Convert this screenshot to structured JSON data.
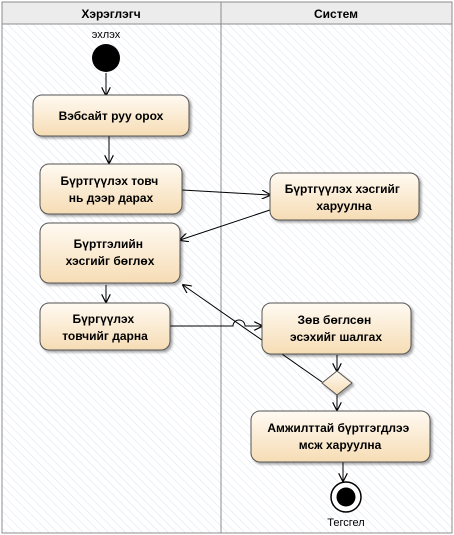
{
  "lanes": [
    {
      "id": "user",
      "title": "Хэрэглэгч"
    },
    {
      "id": "system",
      "title": "Систем"
    }
  ],
  "start_label": "эхлэх",
  "end_label": "Тегсгел",
  "activities": {
    "visit_site": [
      "Вэбсайт руу орох"
    ],
    "click_register": [
      "Бүртгүүлэх товч",
      "нь дээр дарах"
    ],
    "show_form": [
      "Бүртгүүлэх хэсгийг",
      "харуулна"
    ],
    "fill_form": [
      "Бүртгэлийн",
      "хэсгийг бөглөх"
    ],
    "press_register": [
      "Бүргүүлэх",
      "товчийг дарна"
    ],
    "check_form": [
      "Зөв бөглсөн",
      "эсэхийг шалгах"
    ],
    "show_success": [
      "Амжилттай бүртгэгдлээ",
      "мсж харуулна"
    ]
  },
  "colors": {
    "node_fill_top": "#fffaf2",
    "node_fill_bottom": "#f6dcb4",
    "node_stroke": "#555555",
    "lane_header_fill": "#ececec",
    "lane_border": "#8c8c8c",
    "hatch": "#cfd7e6",
    "edge": "#000000"
  }
}
